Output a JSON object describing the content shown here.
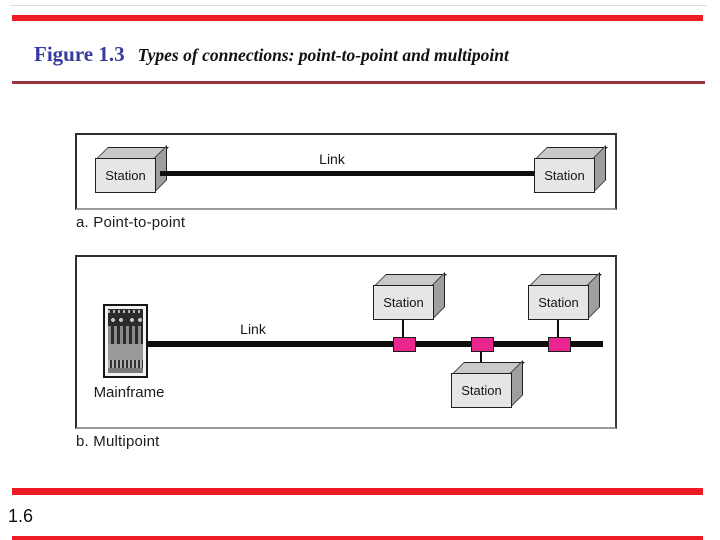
{
  "header": {
    "figure_label": "Figure 1.3",
    "figure_caption": "Types of connections: point-to-point and multipoint"
  },
  "diagram_a": {
    "caption": "a. Point-to-point",
    "link_label": "Link",
    "stations": [
      "Station",
      "Station"
    ]
  },
  "diagram_b": {
    "caption": "b. Multipoint",
    "link_label": "Link",
    "mainframe_label": "Mainframe",
    "stations": [
      "Station",
      "Station",
      "Station"
    ]
  },
  "footer": {
    "page_number": "1.6"
  },
  "icons": {
    "mainframe": "mainframe-tower-icon"
  },
  "colors": {
    "accent_red": "#ed1c24",
    "rule_maroon": "#993340",
    "tap_pink": "#e8268e",
    "figure_blue": "#363b9d",
    "station_front": "#e6e6e6",
    "station_top": "#c9c9c9",
    "station_side": "#9f9f9f"
  }
}
